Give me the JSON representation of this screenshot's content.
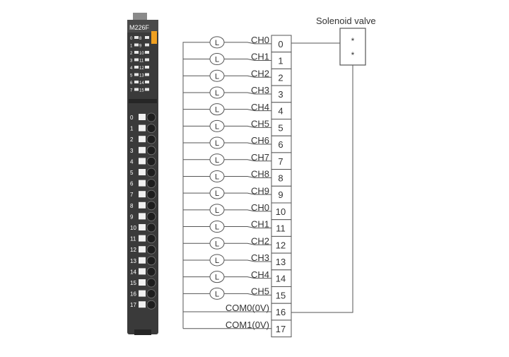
{
  "module": {
    "model": "M226F",
    "led_rows": [
      [
        "0",
        "8"
      ],
      [
        "1",
        "9"
      ],
      [
        "2",
        "10"
      ],
      [
        "3",
        "11"
      ],
      [
        "4",
        "12"
      ],
      [
        "5",
        "13"
      ],
      [
        "6",
        "14"
      ],
      [
        "7",
        "15"
      ]
    ],
    "terminal_numbers": [
      "0",
      "1",
      "2",
      "3",
      "4",
      "5",
      "6",
      "7",
      "8",
      "9",
      "10",
      "11",
      "12",
      "13",
      "14",
      "15",
      "16",
      "17"
    ]
  },
  "wiring": {
    "solenoid_label": "Solenoid valve",
    "solenoid_marks": [
      "*",
      "*"
    ],
    "load_symbol": "L",
    "terminals": [
      {
        "num": "0",
        "label": "CH0"
      },
      {
        "num": "1",
        "label": "CH1"
      },
      {
        "num": "2",
        "label": "CH2"
      },
      {
        "num": "3",
        "label": "CH3"
      },
      {
        "num": "4",
        "label": "CH4"
      },
      {
        "num": "5",
        "label": "CH5"
      },
      {
        "num": "6",
        "label": "CH6"
      },
      {
        "num": "7",
        "label": "CH7"
      },
      {
        "num": "8",
        "label": "CH8"
      },
      {
        "num": "9",
        "label": "CH9"
      },
      {
        "num": "10",
        "label": "CH0"
      },
      {
        "num": "11",
        "label": "CH1"
      },
      {
        "num": "12",
        "label": "CH2"
      },
      {
        "num": "13",
        "label": "CH3"
      },
      {
        "num": "14",
        "label": "CH4"
      },
      {
        "num": "15",
        "label": "CH5"
      },
      {
        "num": "16",
        "label": "COM0(0V)"
      },
      {
        "num": "17",
        "label": "COM1(0V)"
      }
    ]
  },
  "colors": {
    "module_body": "#3a3a3a",
    "module_dark": "#262626",
    "accent_orange": "#f0a020",
    "line": "#555555",
    "text": "#333333"
  }
}
